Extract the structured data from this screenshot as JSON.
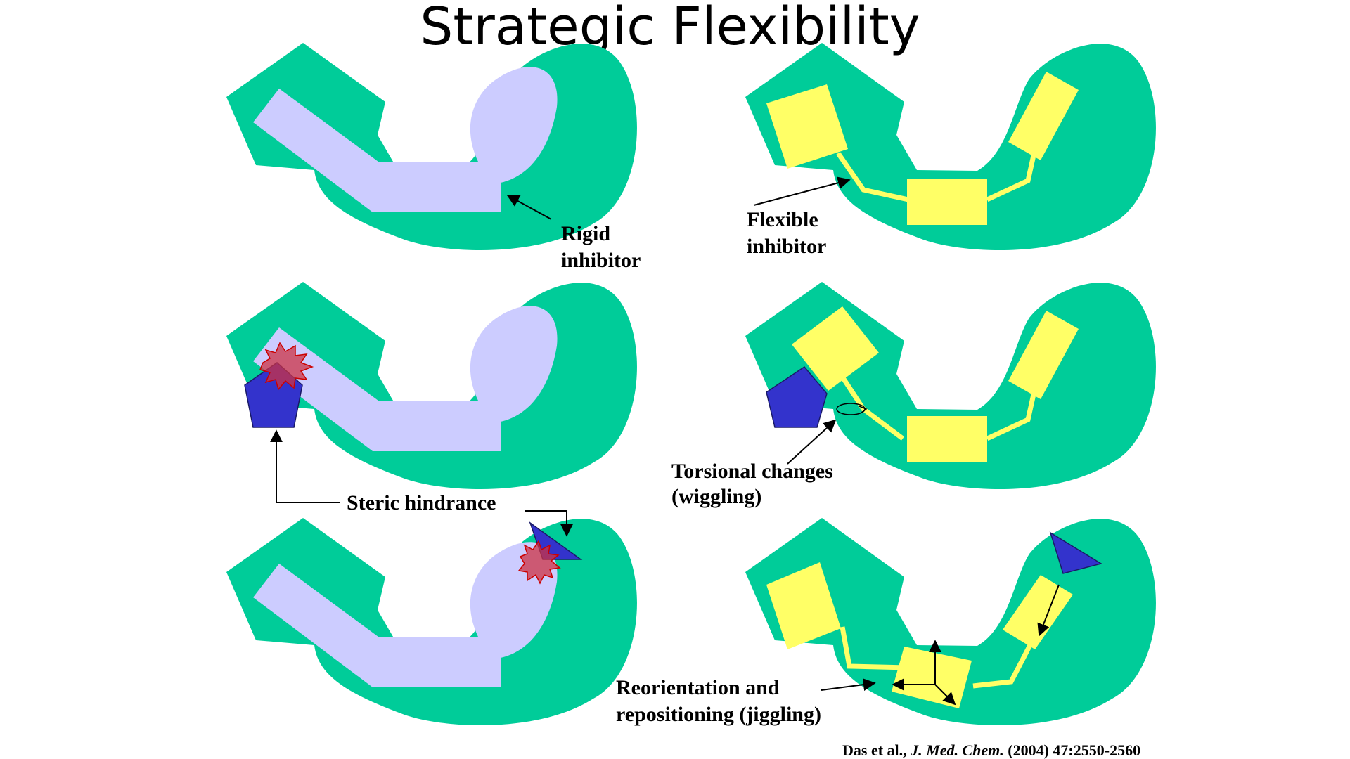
{
  "title": "Strategic Flexibility",
  "labels": {
    "rigid_line1": "Rigid",
    "rigid_line2": "inhibitor",
    "flexible_line1": "Flexible",
    "flexible_line2": "inhibitor",
    "steric": "Steric hindrance",
    "torsional_line1": "Torsional changes",
    "torsional_line2": "(wiggling)",
    "reorient_line1": "Reorientation and",
    "reorient_line2": "repositioning (jiggling)"
  },
  "citation": {
    "authors": "Das et al., ",
    "journal": "J. Med. Chem.",
    "details": " (2004) 47:2550-2560"
  },
  "colors": {
    "binding_site": "#00cc99",
    "rigid_inhibitor": "#ccccff",
    "flexible_inhibitor": "#ffff66",
    "blocking_group": "#3333cc",
    "clash": "#cc3344"
  }
}
